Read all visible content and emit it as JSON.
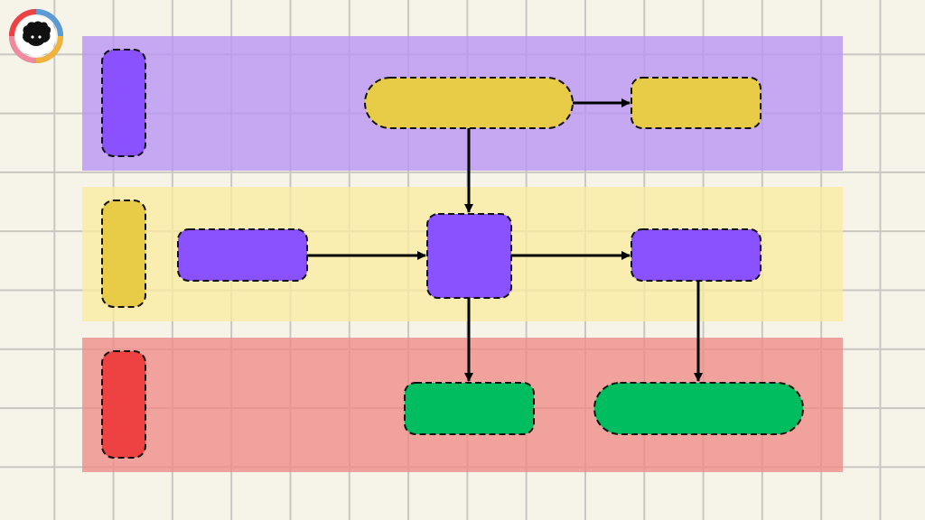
{
  "colors": {
    "background": "#f6f3e8",
    "grid": "#c9c7c1",
    "lane_purple": "#b892f5",
    "lane_yellow": "#faeaa0",
    "lane_red": "#ef8b86",
    "node_purple": "#8a52ff",
    "node_yellow": "#e8cb46",
    "node_red": "#ee4142",
    "node_green": "#00bd5f",
    "outline": "#111111",
    "arrow": "#000000"
  },
  "logo": {
    "icon": "sheep-face-icon",
    "ring_colors": [
      "#5b9bd5",
      "#ee4142",
      "#f2b23a",
      "#f08aa0"
    ]
  },
  "lanes": [
    {
      "id": "lane-purple",
      "color_key": "lane_purple",
      "marker_color": "node_purple"
    },
    {
      "id": "lane-yellow",
      "color_key": "lane_yellow",
      "marker_color": "node_yellow"
    },
    {
      "id": "lane-red",
      "color_key": "lane_red",
      "marker_color": "node_red"
    }
  ],
  "nodes": [
    {
      "id": "node-yellow-pill-top",
      "color_key": "node_yellow",
      "shape": "pill"
    },
    {
      "id": "node-yellow-rect-top-right",
      "color_key": "node_yellow",
      "shape": "rounded-rect"
    },
    {
      "id": "node-purple-rect-left",
      "color_key": "node_purple",
      "shape": "rounded-rect"
    },
    {
      "id": "node-purple-square-center",
      "color_key": "node_purple",
      "shape": "square"
    },
    {
      "id": "node-purple-rect-right",
      "color_key": "node_purple",
      "shape": "rounded-rect"
    },
    {
      "id": "node-green-rect-bottom",
      "color_key": "node_green",
      "shape": "rounded-rect"
    },
    {
      "id": "node-green-pill-bottom-right",
      "color_key": "node_green",
      "shape": "pill"
    }
  ],
  "edges": [
    {
      "from": "node-yellow-pill-top",
      "to": "node-yellow-rect-top-right"
    },
    {
      "from": "node-yellow-pill-top",
      "to": "node-purple-square-center"
    },
    {
      "from": "node-purple-rect-left",
      "to": "node-purple-square-center"
    },
    {
      "from": "node-purple-square-center",
      "to": "node-purple-rect-right"
    },
    {
      "from": "node-purple-square-center",
      "to": "node-green-rect-bottom"
    },
    {
      "from": "node-purple-rect-right",
      "to": "node-green-pill-bottom-right"
    }
  ]
}
